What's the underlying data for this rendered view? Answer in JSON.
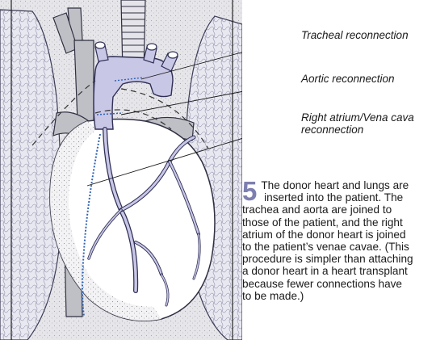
{
  "labels": {
    "tracheal": "Tracheal reconnection",
    "aortic": "Aortic reconnection",
    "atrium_line1": "Right atrium/Vena cava",
    "atrium_line2": "reconnection"
  },
  "step": {
    "number": "5",
    "text": "The donor heart and lungs are\n inserted into the patient. The\ntrachea and aorta are joined to\nthose of the patient, and the right\natrium of the donor heart is joined\nto the patient’s venae cavae. (This\nprocedure is simpler than attaching\na donor heart in a heart transplant\nbecause fewer connections have\nto be made.)"
  },
  "colors": {
    "heart_fill": "#ffffff",
    "vessel_fill": "#c9c7e6",
    "vessel_stroke": "#2f2f55",
    "stitch": "#2f63b5",
    "step_number": "#7d7fb0",
    "lung_fill": "#e6e6f0",
    "background_tissue": "#d9d9df"
  }
}
